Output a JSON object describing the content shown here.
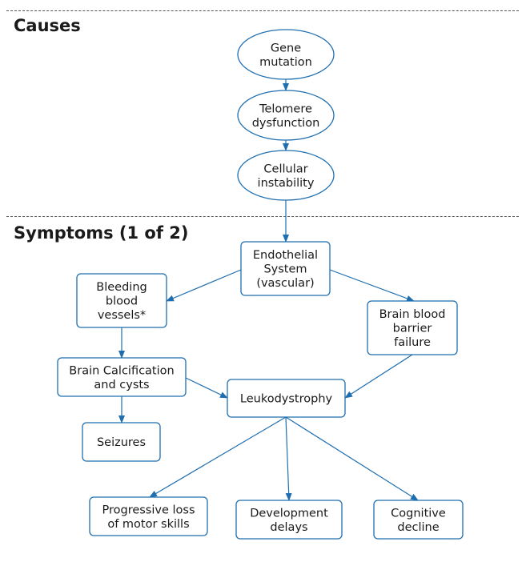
{
  "sections": {
    "causes_title": "Causes",
    "symptoms_title": "Symptoms (1 of 2)"
  },
  "nodes": [
    {
      "id": "gene",
      "lines": [
        "Gene",
        "mutation"
      ]
    },
    {
      "id": "telomere",
      "lines": [
        "Telomere",
        "dysfunction"
      ]
    },
    {
      "id": "cellular",
      "lines": [
        "Cellular",
        "instability"
      ]
    },
    {
      "id": "endothelial",
      "lines": [
        "Endothelial",
        "System",
        "(vascular)"
      ]
    },
    {
      "id": "bleeding",
      "lines": [
        "Bleeding",
        "blood",
        "vessels*"
      ]
    },
    {
      "id": "bbb",
      "lines": [
        "Brain blood",
        "barrier",
        "failure"
      ]
    },
    {
      "id": "calcification",
      "lines": [
        "Brain Calcification",
        "and cysts"
      ]
    },
    {
      "id": "leuko",
      "lines": [
        "Leukodystrophy"
      ]
    },
    {
      "id": "seizures",
      "lines": [
        "Seizures"
      ]
    },
    {
      "id": "motor",
      "lines": [
        "Progressive loss",
        "of motor skills"
      ]
    },
    {
      "id": "development",
      "lines": [
        "Development",
        "delays"
      ]
    },
    {
      "id": "cognitive",
      "lines": [
        "Cognitive",
        "decline"
      ]
    }
  ],
  "edges": [
    {
      "from": "gene",
      "to": "telomere"
    },
    {
      "from": "telomere",
      "to": "cellular"
    },
    {
      "from": "cellular",
      "to": "endothelial"
    },
    {
      "from": "endothelial",
      "to": "bleeding"
    },
    {
      "from": "endothelial",
      "to": "bbb"
    },
    {
      "from": "bleeding",
      "to": "calcification"
    },
    {
      "from": "calcification",
      "to": "seizures"
    },
    {
      "from": "calcification",
      "to": "leuko"
    },
    {
      "from": "bbb",
      "to": "leuko"
    },
    {
      "from": "leuko",
      "to": "motor"
    },
    {
      "from": "leuko",
      "to": "development"
    },
    {
      "from": "leuko",
      "to": "cognitive"
    }
  ],
  "colors": {
    "stroke": "#1f6fb0",
    "text": "#1a1a1a",
    "divider": "#555555"
  }
}
